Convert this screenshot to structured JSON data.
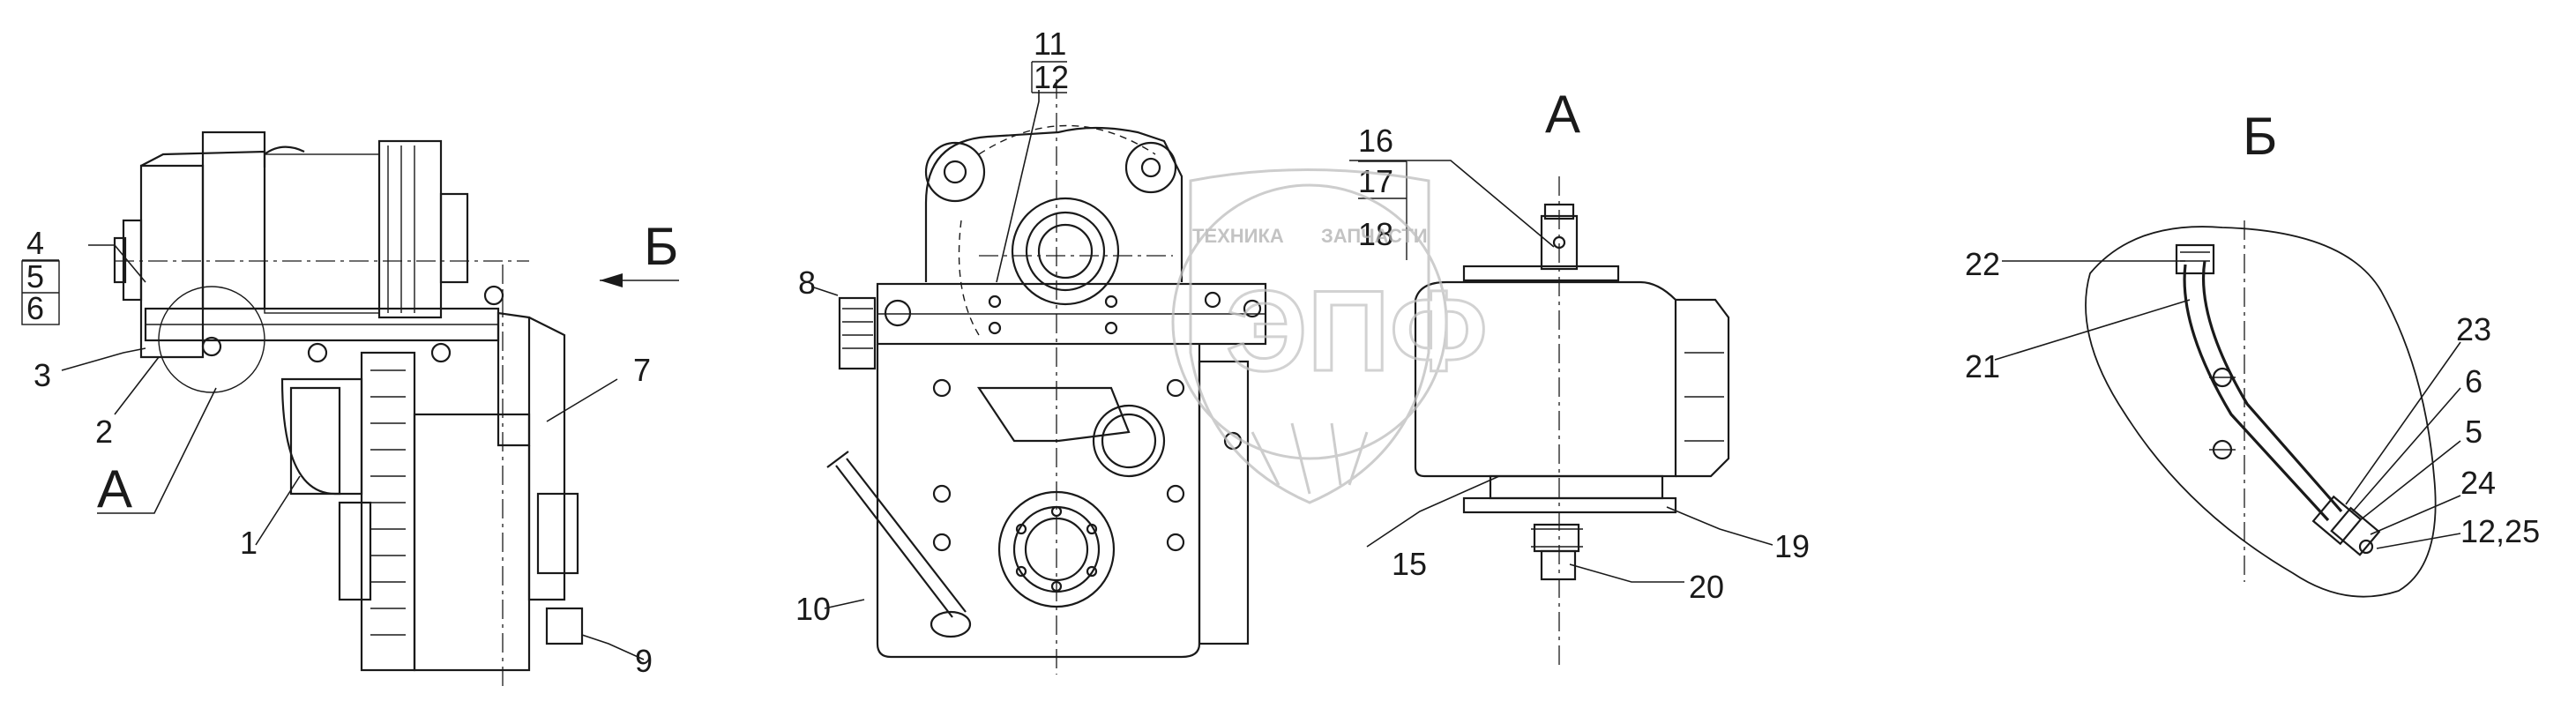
{
  "views": {
    "side": {
      "labels": [
        "4",
        "5",
        "6",
        "3",
        "2",
        "1",
        "7",
        "9"
      ],
      "view_marks": {
        "a": "А",
        "b": "Б"
      }
    },
    "front": {
      "labels": [
        "11",
        "12",
        "8",
        "10"
      ]
    },
    "view_a": {
      "title": "А",
      "labels": [
        "16",
        "17",
        "18",
        "15",
        "19",
        "20"
      ]
    },
    "view_b": {
      "title": "Б",
      "labels": [
        "22",
        "21",
        "23",
        "6",
        "5",
        "24",
        "12,25"
      ]
    }
  },
  "watermark": {
    "text_left": "ТЕХНИКА",
    "text_right": "ЗАПЧАСТИ",
    "letters": "ЭПФ"
  }
}
